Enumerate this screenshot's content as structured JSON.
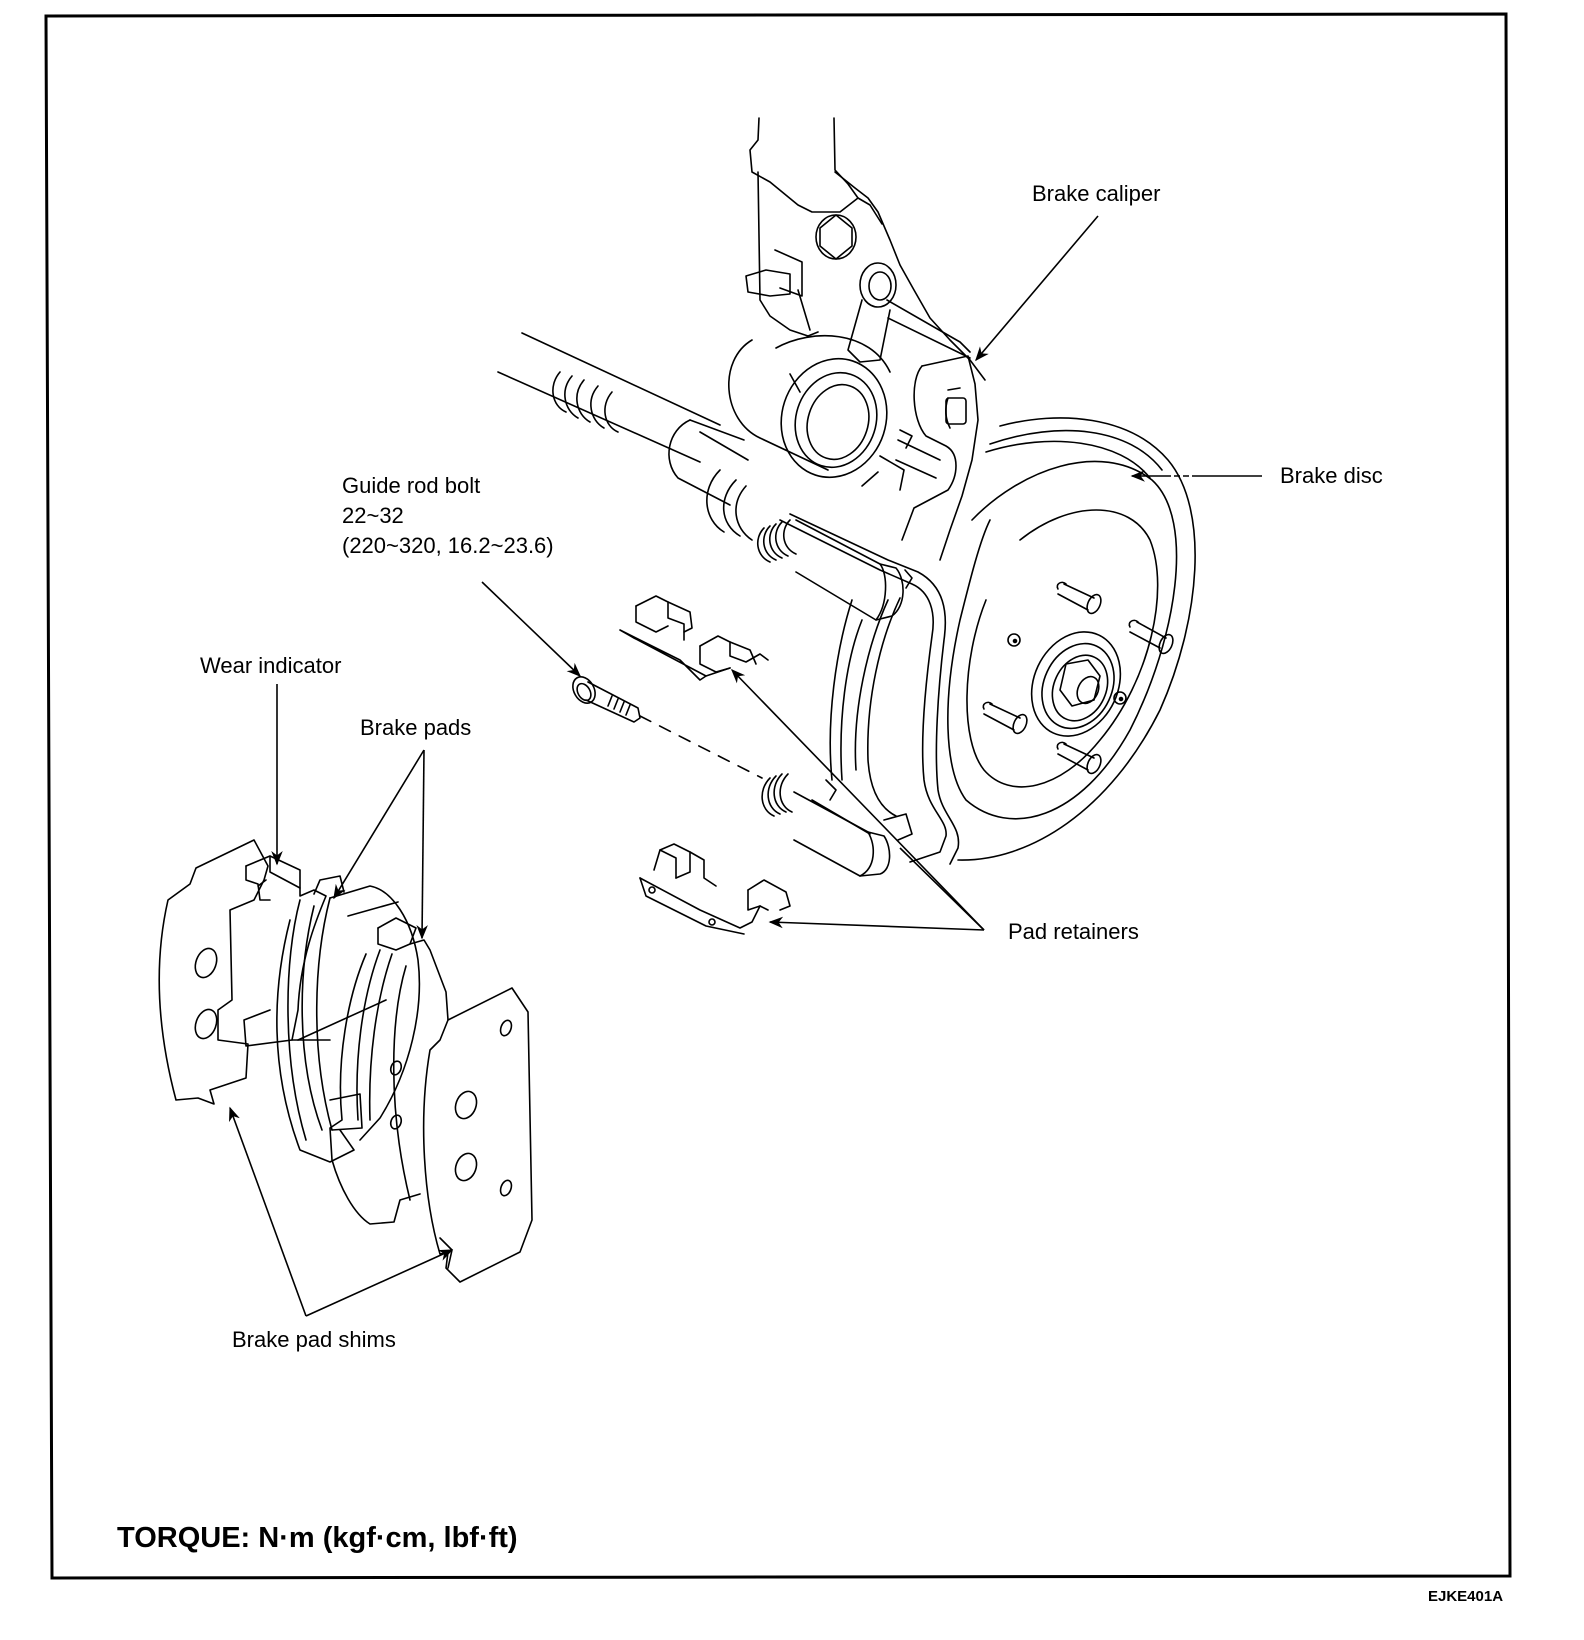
{
  "figure": {
    "drawing_code": "EJKE401A",
    "torque_legend": "TORQUE: N·m (kgf·cm, lbf·ft)",
    "ink_color": "#000000",
    "paper_color": "#ffffff"
  },
  "callouts": {
    "brake_caliper": "Brake caliper",
    "brake_disc": "Brake disc",
    "guide_rod_bolt": {
      "name": "Guide rod bolt",
      "torque_nm": "22~32",
      "torque_alt": "(220~320, 16.2~23.6)"
    },
    "wear_indicator": "Wear indicator",
    "brake_pads": "Brake pads",
    "pad_retainers": "Pad retainers",
    "brake_pad_shims": "Brake pad shims"
  }
}
